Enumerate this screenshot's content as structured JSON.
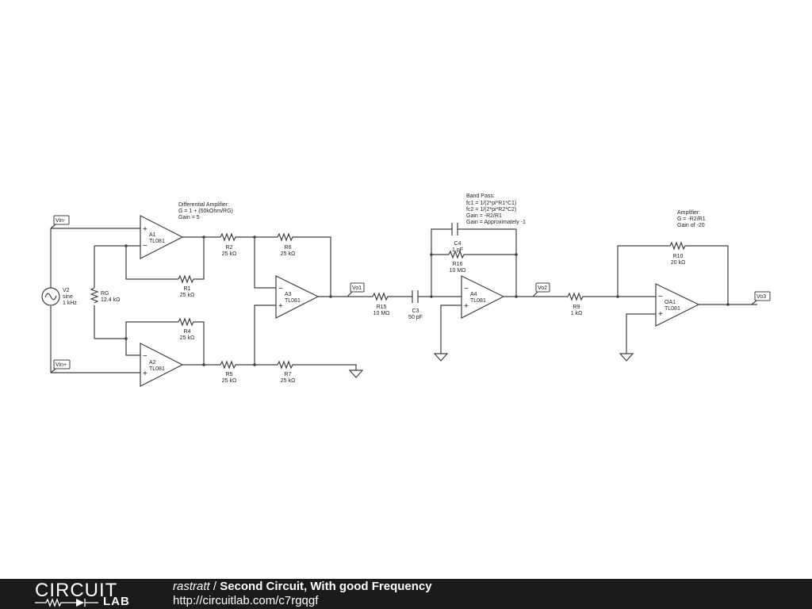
{
  "footer": {
    "logo_top": "CIRCUIT",
    "logo_bottom": "LAB",
    "author": "rastratt",
    "separator": " / ",
    "title": "Second Circuit, With good Frequency",
    "url": "http://circuitlab.com/c7rgqgf"
  },
  "nets": {
    "vin_minus": "Vin-",
    "vin_plus": "Vin+",
    "vo1": "Vo1",
    "vo2": "Vo2",
    "vo3": "Vo3"
  },
  "notes": {
    "diff_amp": [
      "Differential Amplifier:",
      "G = 1 + (50kOhm/RG)",
      "Gain = 5"
    ],
    "band_pass": [
      "Band Pass:",
      "fc1 = 1/(2*pi*R1*C1)",
      "fc2 = 1/(2*pi*R2*C2)",
      "Gain = -R2/R1",
      "Gain = Approximately -1"
    ],
    "amplifier": [
      "Amplifier:",
      "G = -R2/R1",
      "Gain of -20"
    ]
  },
  "source": {
    "name": "V2",
    "type": "sine",
    "freq": "1 kHz"
  },
  "components": {
    "RG": {
      "name": "RG",
      "value": "12.4 kΩ"
    },
    "R1": {
      "name": "R1",
      "value": "25 kΩ"
    },
    "R2": {
      "name": "R2",
      "value": "25 kΩ"
    },
    "R4": {
      "name": "R4",
      "value": "25 kΩ"
    },
    "R5": {
      "name": "R5",
      "value": "25 kΩ"
    },
    "R6": {
      "name": "R6",
      "value": "25 kΩ"
    },
    "R7": {
      "name": "R7",
      "value": "25 kΩ"
    },
    "R15": {
      "name": "R15",
      "value": "10 MΩ"
    },
    "C3": {
      "name": "C3",
      "value": "50 pF"
    },
    "C4": {
      "name": "C4",
      "value": "1 pF"
    },
    "R16": {
      "name": "R16",
      "value": "10 MΩ"
    },
    "R9": {
      "name": "R9",
      "value": "1 kΩ"
    },
    "R10": {
      "name": "R10",
      "value": "20 kΩ"
    },
    "A1": {
      "name": "A1",
      "model": "TL081"
    },
    "A2": {
      "name": "A2",
      "model": "TL081"
    },
    "A3": {
      "name": "A3",
      "model": "TL081"
    },
    "A4": {
      "name": "A4",
      "model": "TL081"
    },
    "OA1": {
      "name": "OA1",
      "model": "TL081"
    }
  }
}
